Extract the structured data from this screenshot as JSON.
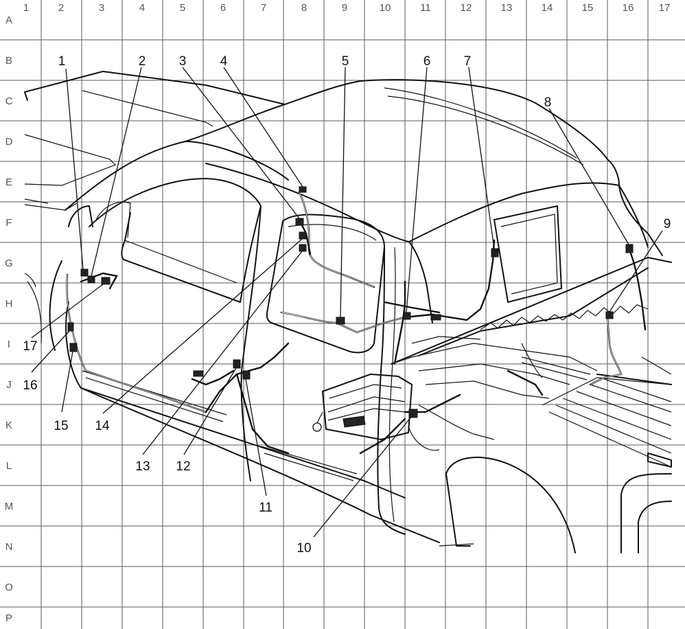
{
  "grid": {
    "columns": [
      "1",
      "2",
      "3",
      "4",
      "5",
      "6",
      "7",
      "8",
      "9",
      "10",
      "11",
      "12",
      "13",
      "14",
      "15",
      "16",
      "17"
    ],
    "rows": [
      "A",
      "B",
      "C",
      "D",
      "E",
      "F",
      "G",
      "H",
      "I",
      "J",
      "K",
      "L",
      "M",
      "N",
      "O",
      "P"
    ]
  },
  "callouts": [
    {
      "id": "1",
      "label": "1"
    },
    {
      "id": "2",
      "label": "2"
    },
    {
      "id": "3",
      "label": "3"
    },
    {
      "id": "4",
      "label": "4"
    },
    {
      "id": "5",
      "label": "5"
    },
    {
      "id": "6",
      "label": "6"
    },
    {
      "id": "7",
      "label": "7"
    },
    {
      "id": "8",
      "label": "8"
    },
    {
      "id": "9",
      "label": "9"
    },
    {
      "id": "10",
      "label": "10"
    },
    {
      "id": "11",
      "label": "11"
    },
    {
      "id": "12",
      "label": "12"
    },
    {
      "id": "13",
      "label": "13"
    },
    {
      "id": "14",
      "label": "14"
    },
    {
      "id": "15",
      "label": "15"
    },
    {
      "id": "16",
      "label": "16"
    },
    {
      "id": "17",
      "label": "17"
    }
  ]
}
